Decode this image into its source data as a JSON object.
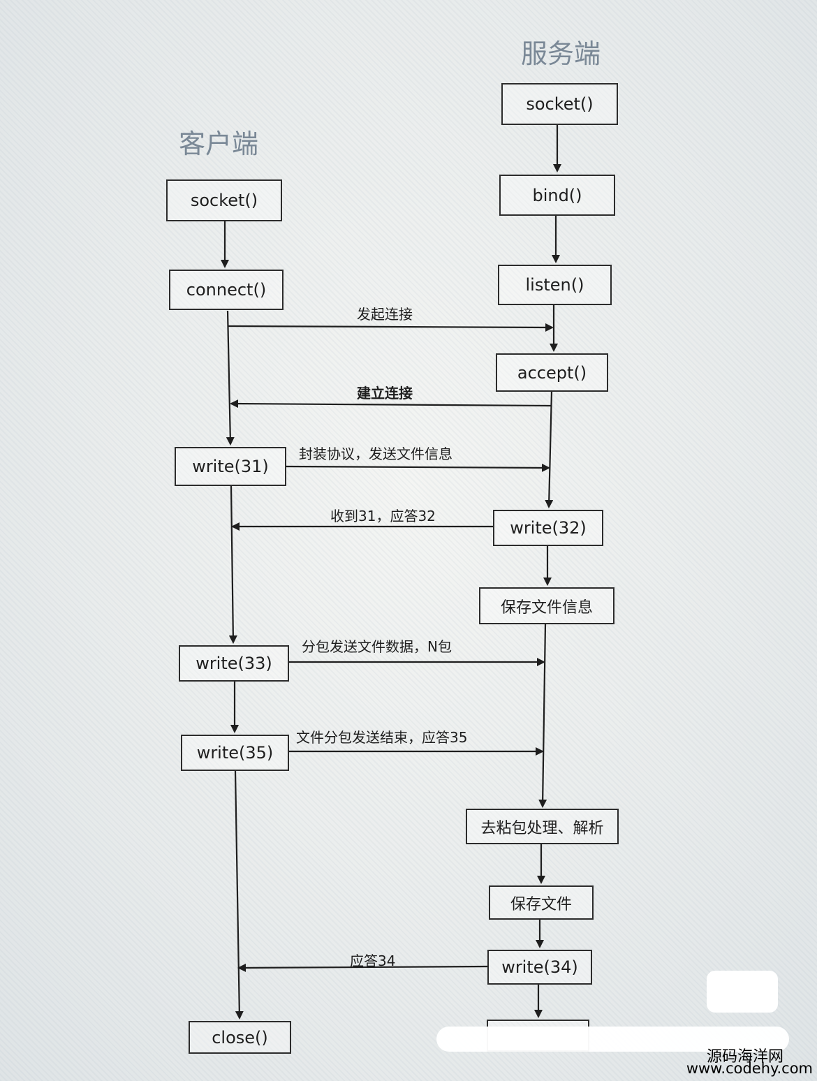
{
  "lanes": {
    "server": "服务端",
    "client": "客户端"
  },
  "server_boxes": {
    "socket": "socket()",
    "bind": "bind()",
    "listen": "listen()",
    "accept": "accept()",
    "write32": "write(32)",
    "save_info": "保存文件信息",
    "unpack": "去粘包处理、解析",
    "save_file": "保存文件",
    "write34": "write(34)"
  },
  "client_boxes": {
    "socket": "socket()",
    "connect": "connect()",
    "write31": "write(31)",
    "write33": "write(33)",
    "write35": "write(35)",
    "close": "close()"
  },
  "messages": {
    "initiate": "发起连接",
    "established": "建立连接",
    "m31": "封装协议，发送文件信息",
    "m32": "收到31，应答32",
    "m33": "分包发送文件数据，N包",
    "m35": "文件分包发送结束，应答35",
    "m34": "应答34"
  },
  "watermark": {
    "site": "源码海洋网",
    "url": "www.codehy.com"
  }
}
